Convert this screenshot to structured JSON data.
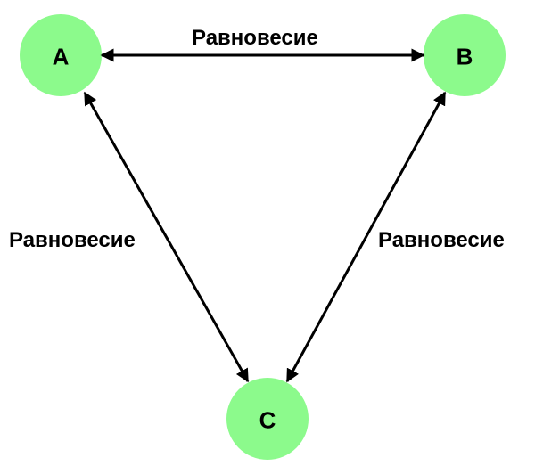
{
  "nodes": [
    {
      "id": "A",
      "label": "A"
    },
    {
      "id": "B",
      "label": "B"
    },
    {
      "id": "C",
      "label": "C"
    }
  ],
  "edges": [
    {
      "from": "A",
      "to": "B",
      "label": "Равновесие",
      "bidirectional": true
    },
    {
      "from": "A",
      "to": "C",
      "label": "Равновесие",
      "bidirectional": true
    },
    {
      "from": "B",
      "to": "C",
      "label": "Равновесие",
      "bidirectional": true
    }
  ],
  "colors": {
    "node_fill": "#8CFA8C",
    "edge": "#000000"
  }
}
